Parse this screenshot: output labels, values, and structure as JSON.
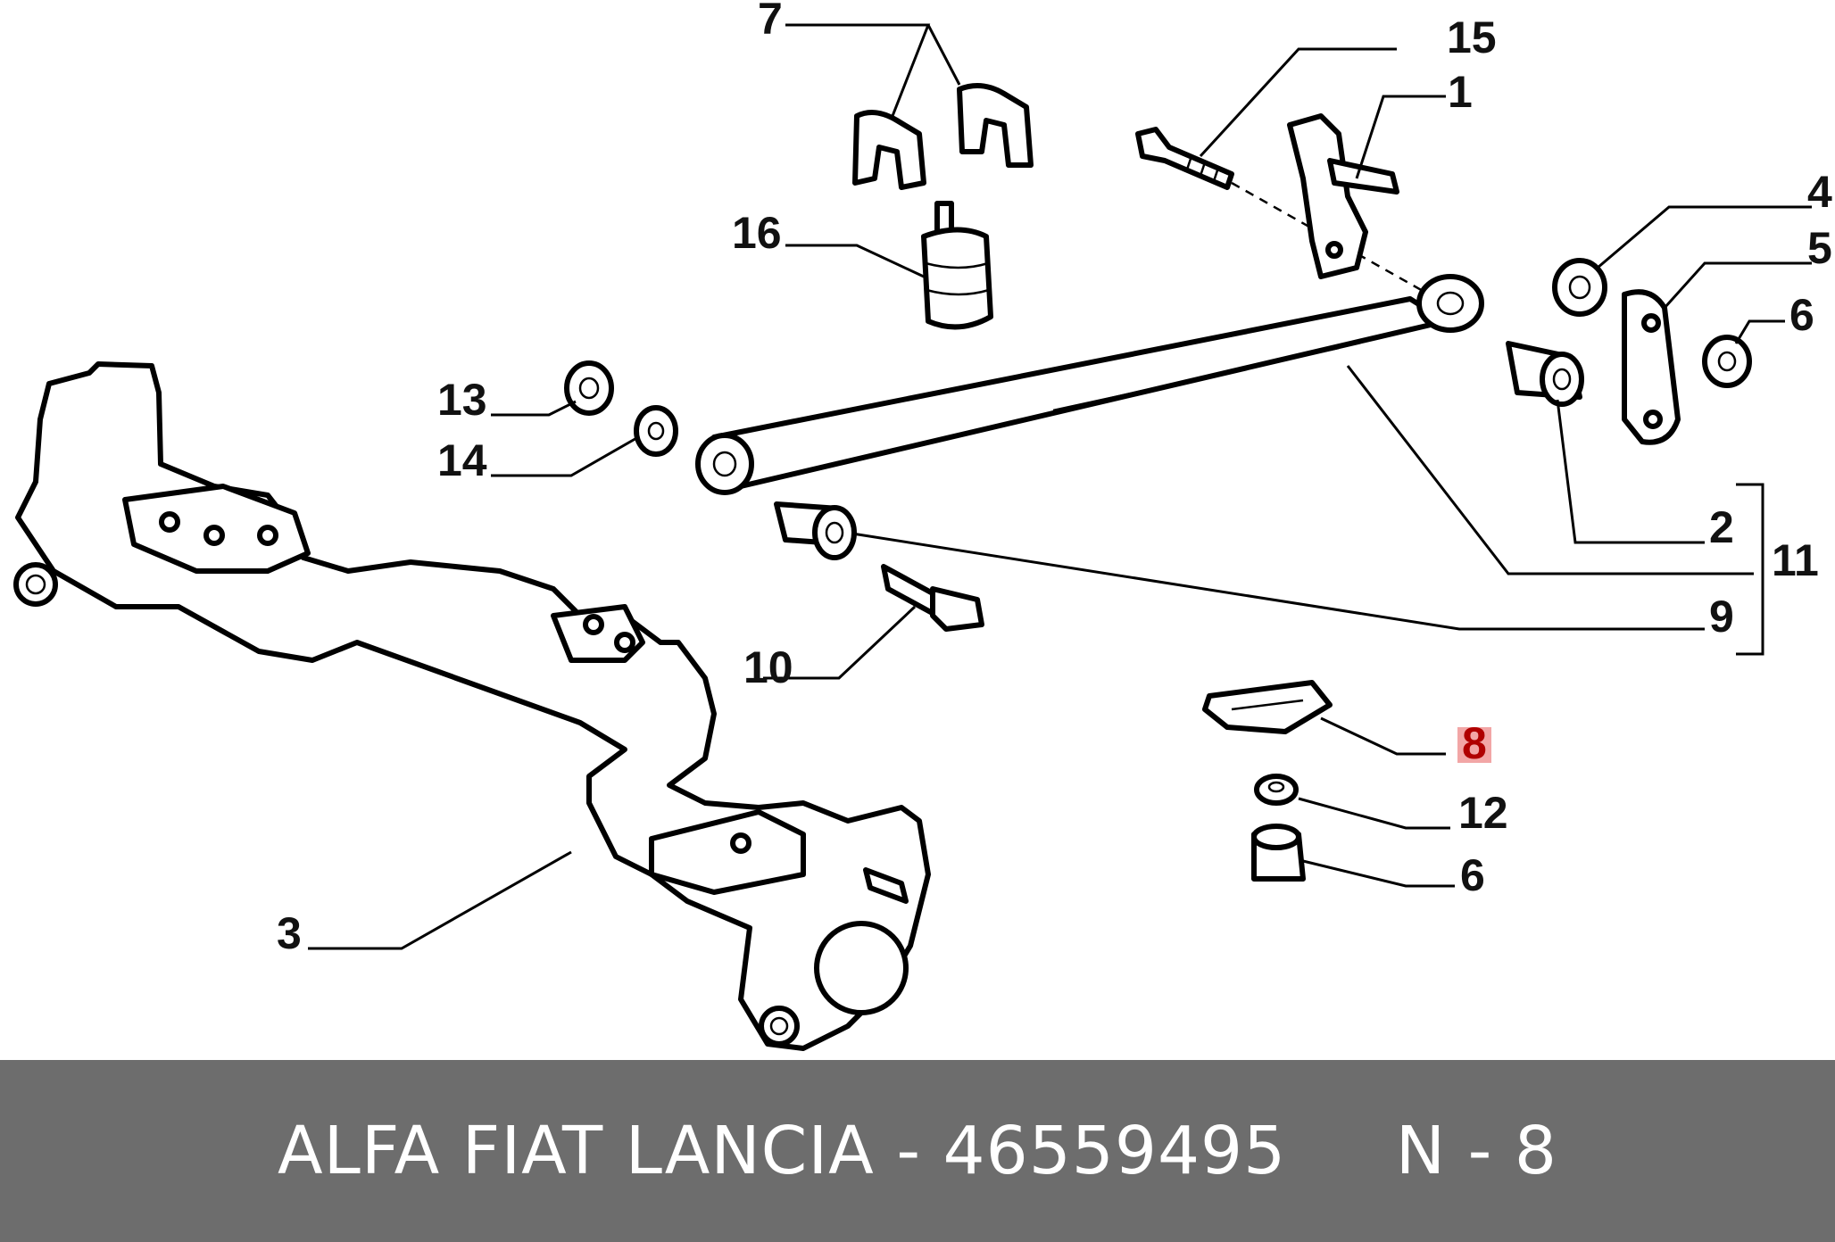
{
  "diagram": {
    "callouts": [
      {
        "id": "1",
        "label": "1"
      },
      {
        "id": "2",
        "label": "2"
      },
      {
        "id": "3",
        "label": "3"
      },
      {
        "id": "4",
        "label": "4"
      },
      {
        "id": "5",
        "label": "5"
      },
      {
        "id": "6a",
        "label": "6"
      },
      {
        "id": "6b",
        "label": "6"
      },
      {
        "id": "7",
        "label": "7"
      },
      {
        "id": "8",
        "label": "8",
        "highlighted": true
      },
      {
        "id": "9",
        "label": "9"
      },
      {
        "id": "10",
        "label": "10"
      },
      {
        "id": "11",
        "label": "11"
      },
      {
        "id": "12",
        "label": "12"
      },
      {
        "id": "13",
        "label": "13"
      },
      {
        "id": "14",
        "label": "14"
      },
      {
        "id": "15",
        "label": "15"
      },
      {
        "id": "16",
        "label": "16"
      }
    ],
    "highlight_color": "#b00000",
    "highlight_bg": "#f2a6a6"
  },
  "footer": {
    "brand": "ALFA FIAT LANCIA",
    "separator": " - ",
    "part_number": "46559495",
    "position_label": "N - 8",
    "full_text": "ALFA FIAT LANCIA - 46559495     N - 8",
    "background": "#6d6d6d"
  }
}
